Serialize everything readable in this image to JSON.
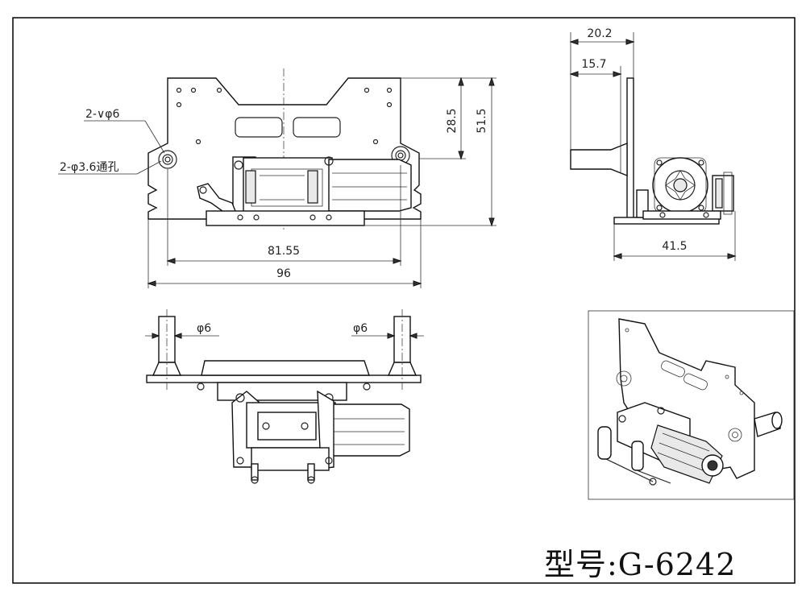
{
  "front_view": {
    "note_countersink": "2-∨φ6",
    "note_through_hole": "2-φ3.6通孔",
    "dim_28_5": "28.5",
    "dim_51_5": "51.5",
    "dim_81_55": "81.55",
    "dim_96": "96"
  },
  "side_view": {
    "dim_20_2": "20.2",
    "dim_15_7": "15.7",
    "dim_41_5": "41.5"
  },
  "top_view": {
    "dia_left": "φ6",
    "dia_right": "φ6"
  },
  "model_label": "型号:G-6242"
}
